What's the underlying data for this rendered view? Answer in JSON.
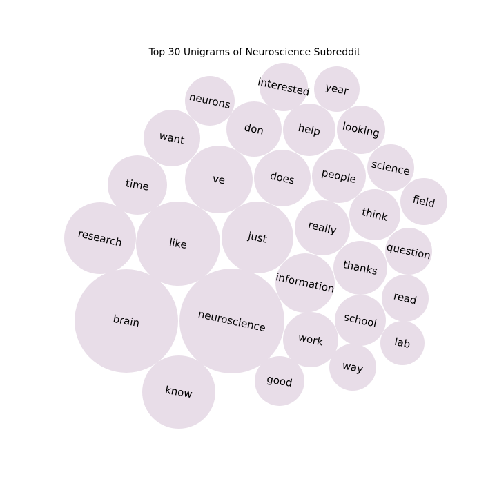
{
  "chart_data": {
    "type": "bubble",
    "title": "Top 30 Unigrams of Neuroscience Subreddit",
    "bubble_color": "#e8dde8",
    "label_color": "#000000",
    "items": [
      {
        "label": "brain",
        "value": 100
      },
      {
        "label": "neuroscience",
        "value": 100
      },
      {
        "label": "like",
        "value": 65
      },
      {
        "label": "know",
        "value": 52
      },
      {
        "label": "research",
        "value": 47
      },
      {
        "label": "just",
        "value": 47
      },
      {
        "label": "ve",
        "value": 42
      },
      {
        "label": "time",
        "value": 33
      },
      {
        "label": "information",
        "value": 32
      },
      {
        "label": "want",
        "value": 30
      },
      {
        "label": "really",
        "value": 29
      },
      {
        "label": "does",
        "value": 29
      },
      {
        "label": "don",
        "value": 29
      },
      {
        "label": "help",
        "value": 26
      },
      {
        "label": "work",
        "value": 28
      },
      {
        "label": "people",
        "value": 27
      },
      {
        "label": "thanks",
        "value": 27
      },
      {
        "label": "think",
        "value": 24
      },
      {
        "label": "good",
        "value": 23
      },
      {
        "label": "neurons",
        "value": 22
      },
      {
        "label": "interested",
        "value": 22
      },
      {
        "label": "looking",
        "value": 22
      },
      {
        "label": "school",
        "value": 24
      },
      {
        "label": "year",
        "value": 19
      },
      {
        "label": "science",
        "value": 21
      },
      {
        "label": "question",
        "value": 21
      },
      {
        "label": "read",
        "value": 21
      },
      {
        "label": "field",
        "value": 20
      },
      {
        "label": "way",
        "value": 20
      },
      {
        "label": "lab",
        "value": 18
      }
    ]
  }
}
